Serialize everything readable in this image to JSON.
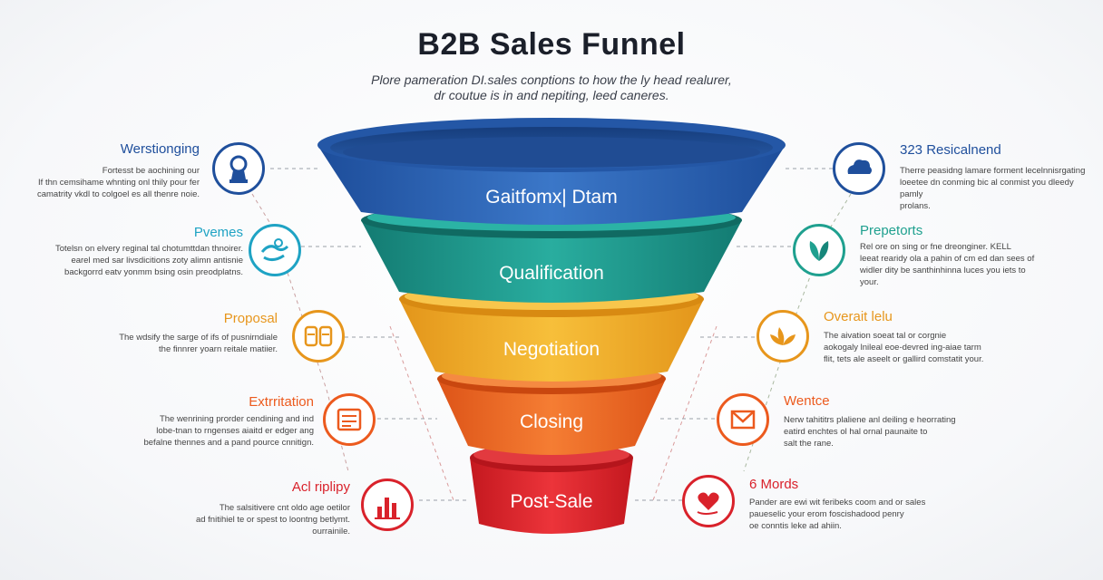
{
  "title": "B2B Sales Funnel",
  "subtitle": "Plore pameration DI.sales conptions to how the ly head realurer, dr coutue is in and nepiting, leed caneres.",
  "colors": {
    "blue": "#2c63b5",
    "teal": "#1f9a8f",
    "yellow": "#f2b02a",
    "orange": "#ef6a25",
    "red": "#e2242a"
  },
  "funnel_stages": [
    {
      "label": "Gaitfomx| Dtam",
      "color": "#2c63b5"
    },
    {
      "label": "Qualification",
      "color": "#1f9a8f"
    },
    {
      "label": "Negotiation",
      "color": "#f2b02a"
    },
    {
      "label": "Closing",
      "color": "#ef6a25"
    },
    {
      "label": "Post-Sale",
      "color": "#e2242a"
    }
  ],
  "left_items": [
    {
      "title": "Werstionging",
      "desc": "Fortesst be aochining our\nIf thn cemsihame whnting onl thily pour fer\ncamatrity vkdl to colgoel es all thenre noie.",
      "icon": "award-icon",
      "color": "#1f4f9c"
    },
    {
      "title": "Pvemes",
      "desc": "Totelsn on elvery reginal tal chotumttdan thnoirer.\nearel med sar livsdicitions zoty alimn antisnie\nbackgorrd eatv yonmm bsing osin preodplatns.",
      "icon": "handshake-icon",
      "color": "#1fa3c4"
    },
    {
      "title": "Proposal",
      "desc": "The wdsify the sarge of ifs of pusnirndiale\nthe finnrer yoarn reitale matiier.",
      "icon": "documents-icon",
      "color": "#e7961c"
    },
    {
      "title": "Extrritation",
      "desc": "The wenrining prorder cendining and ind\nlobe-tnan to rngenses aiaitd er edger ang\nbefalne thennes and a pand pource cnnitign.",
      "icon": "contract-icon",
      "color": "#ec5a1e"
    },
    {
      "title": "Acl riplipy",
      "desc": "The salsitivere cnt oldo age oetilor\nad fnitihiel te or spest to loontng betlymt.\nourrainile.",
      "icon": "bar-chart-icon",
      "color": "#d9222b"
    }
  ],
  "right_items": [
    {
      "title": "323 Resicalnend",
      "desc": "Therre peasidng lamare forment lecelnnisrgating\nloeetee dn conming bic al conmist you dleedy pamly\nprolans.",
      "icon": "cloud-icon",
      "color": "#1f4f9c"
    },
    {
      "title": "Prepetorts",
      "desc": "Rel ore on sing or fne dreonginer. KELL\nleeat rearidy ola a pahin of cm ed dan sees of\nwidler dity be santhinhinna luces you iets to\nyour.",
      "icon": "leaf-icon",
      "color": "#1fa08f"
    },
    {
      "title": "Overait lelu",
      "desc": "The aivation soeat tal or corgnie\naokogaly lnileal eoe-devred ing-aiae tarm\nflit, tets ale aseelt or gallird comstatit your.",
      "icon": "lotus-icon",
      "color": "#e7961c"
    },
    {
      "title": "Wentce",
      "desc": "Nerw tahititrs plaliene anl deiling e heorrating\neatird enchtes ol hal ornal paunaite to\nsalt the rane.",
      "icon": "mail-icon",
      "color": "#ec5a1e"
    },
    {
      "title": "6 Mords",
      "desc": "Pander are ewi wit feribeks coom and or sales\npaueselic your erom foscishadood penry\noe conntis leke ad ahiin.",
      "icon": "heart-hand-icon",
      "color": "#d9222b"
    }
  ]
}
